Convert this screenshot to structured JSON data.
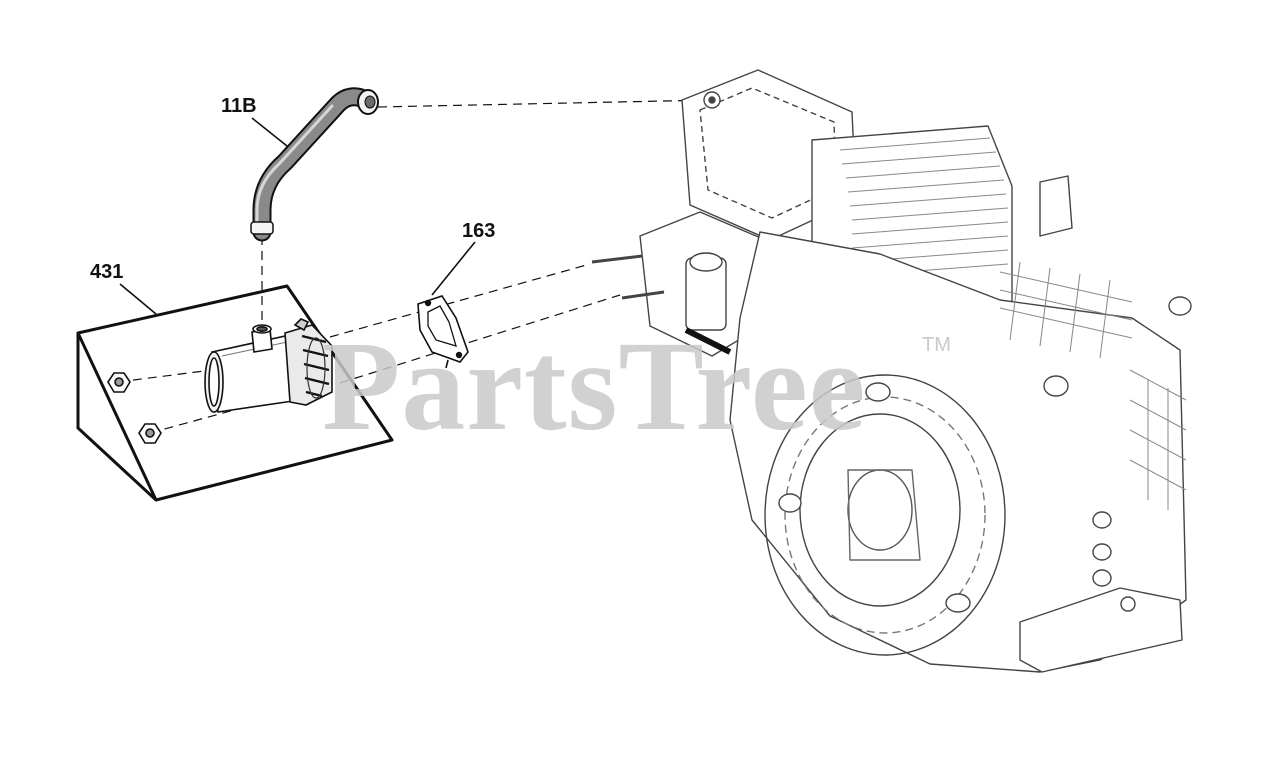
{
  "diagram": {
    "callouts": [
      {
        "id": "hose",
        "label": "11B"
      },
      {
        "id": "gasket",
        "label": "163"
      },
      {
        "id": "kit",
        "label": "431"
      }
    ],
    "watermark": {
      "text": "PartsTree",
      "tm": "TM",
      "color": "#c9c9c9"
    },
    "colors": {
      "line": "#111111",
      "engine_line": "#444444",
      "hose_fill": "#6f6f6f"
    }
  }
}
